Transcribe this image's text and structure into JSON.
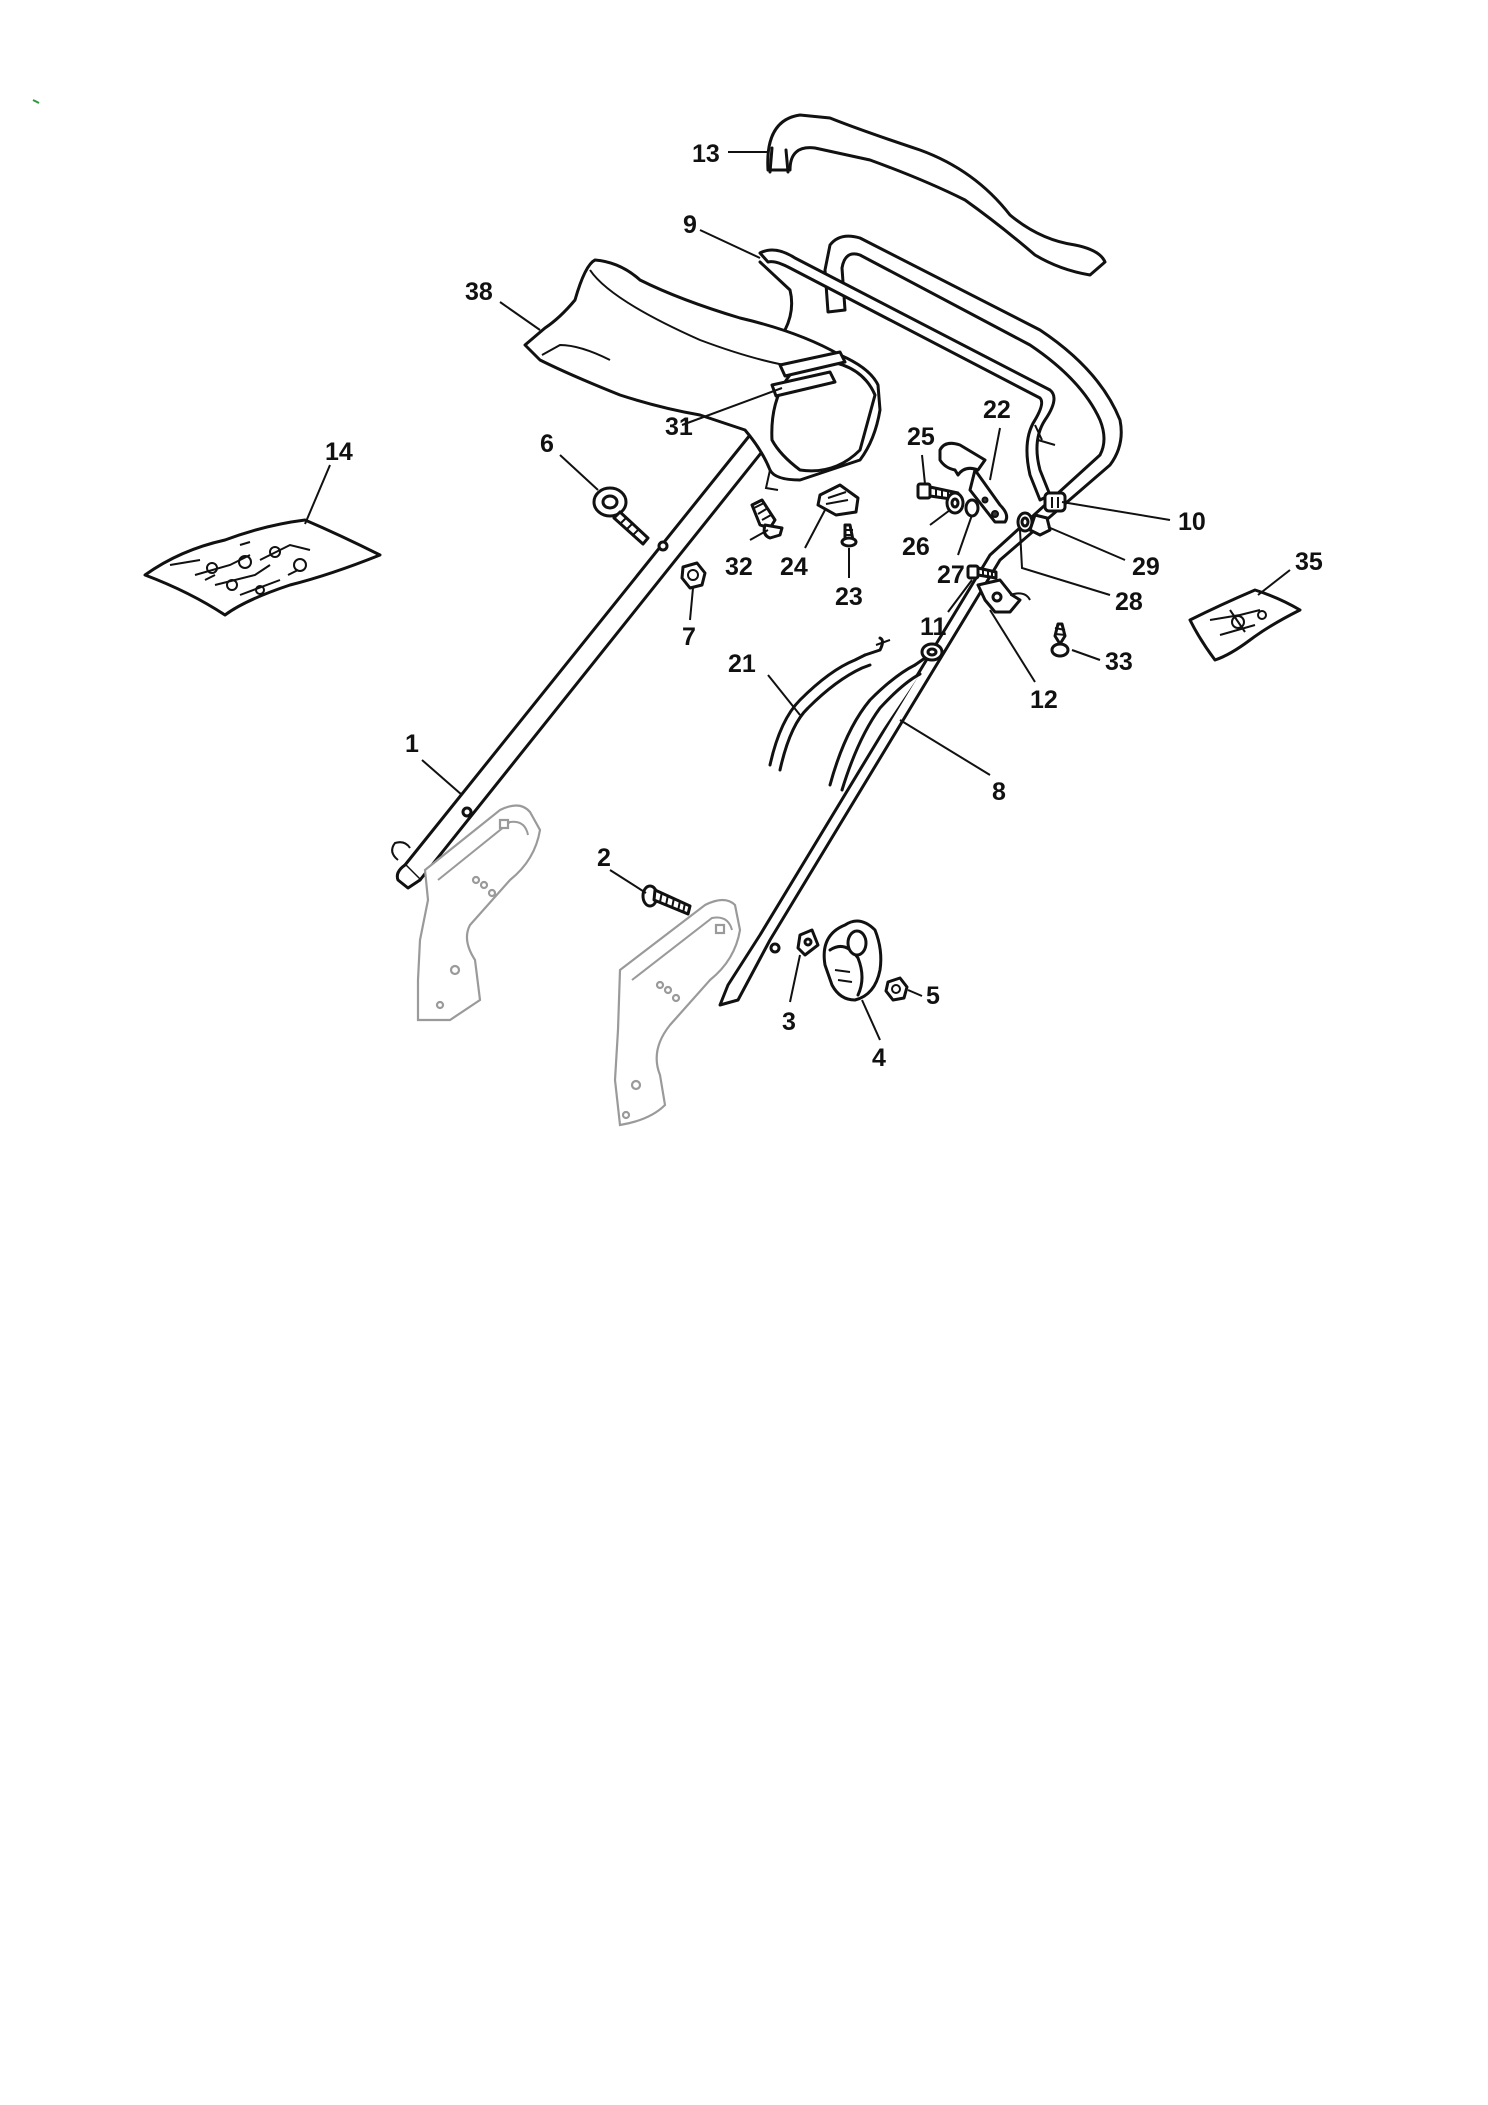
{
  "diagram": {
    "accent_color": "#111111",
    "mark_color": "#2a9a3a",
    "callouts": [
      {
        "id": "c1",
        "label": "1"
      },
      {
        "id": "c2",
        "label": "2"
      },
      {
        "id": "c3",
        "label": "3"
      },
      {
        "id": "c4",
        "label": "4"
      },
      {
        "id": "c5",
        "label": "5"
      },
      {
        "id": "c6",
        "label": "6"
      },
      {
        "id": "c7",
        "label": "7"
      },
      {
        "id": "c8",
        "label": "8"
      },
      {
        "id": "c9",
        "label": "9"
      },
      {
        "id": "c10",
        "label": "10"
      },
      {
        "id": "c11",
        "label": "11"
      },
      {
        "id": "c12",
        "label": "12"
      },
      {
        "id": "c13",
        "label": "13"
      },
      {
        "id": "c14",
        "label": "14"
      },
      {
        "id": "c21",
        "label": "21"
      },
      {
        "id": "c22",
        "label": "22"
      },
      {
        "id": "c23",
        "label": "23"
      },
      {
        "id": "c24",
        "label": "24"
      },
      {
        "id": "c25",
        "label": "25"
      },
      {
        "id": "c26",
        "label": "26"
      },
      {
        "id": "c27",
        "label": "27"
      },
      {
        "id": "c28",
        "label": "28"
      },
      {
        "id": "c29",
        "label": "29"
      },
      {
        "id": "c31",
        "label": "31"
      },
      {
        "id": "c32",
        "label": "32"
      },
      {
        "id": "c33",
        "label": "33"
      },
      {
        "id": "c35",
        "label": "35"
      },
      {
        "id": "c38",
        "label": "38"
      }
    ]
  }
}
